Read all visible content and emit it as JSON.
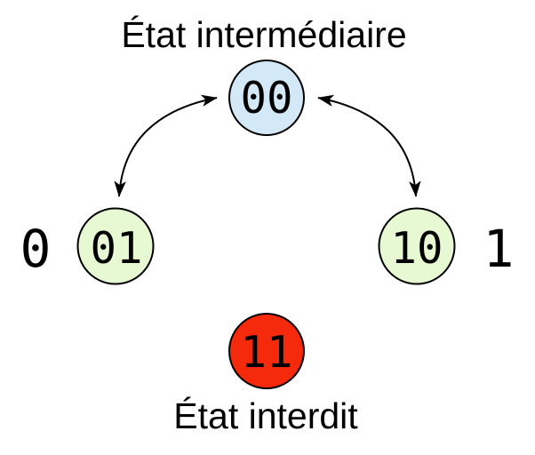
{
  "diagram": {
    "title": "État intermédiaire",
    "bottom_label": "État interdit",
    "nodes": [
      {
        "id": "00",
        "label": "00",
        "color": "#d4e9f8",
        "role": "intermediate"
      },
      {
        "id": "01",
        "label": "01",
        "color": "#e7f9d3",
        "role": "stable"
      },
      {
        "id": "10",
        "label": "10",
        "color": "#e7f9d3",
        "role": "stable"
      },
      {
        "id": "11",
        "label": "11",
        "color": "#f5290b",
        "role": "forbidden"
      }
    ],
    "input_labels": [
      {
        "text": "0",
        "side": "left"
      },
      {
        "text": "1",
        "side": "right"
      }
    ],
    "transitions": [
      {
        "between": [
          "01",
          "00"
        ],
        "bidirectional": true
      },
      {
        "between": [
          "10",
          "00"
        ],
        "bidirectional": true
      }
    ],
    "colors": {
      "stroke": "#000000",
      "text": "#000000",
      "background": "#ffffff",
      "intermediate_fill": "#d4e9f8",
      "stable_fill": "#e7f9d3",
      "forbidden_fill": "#f5290b"
    }
  }
}
